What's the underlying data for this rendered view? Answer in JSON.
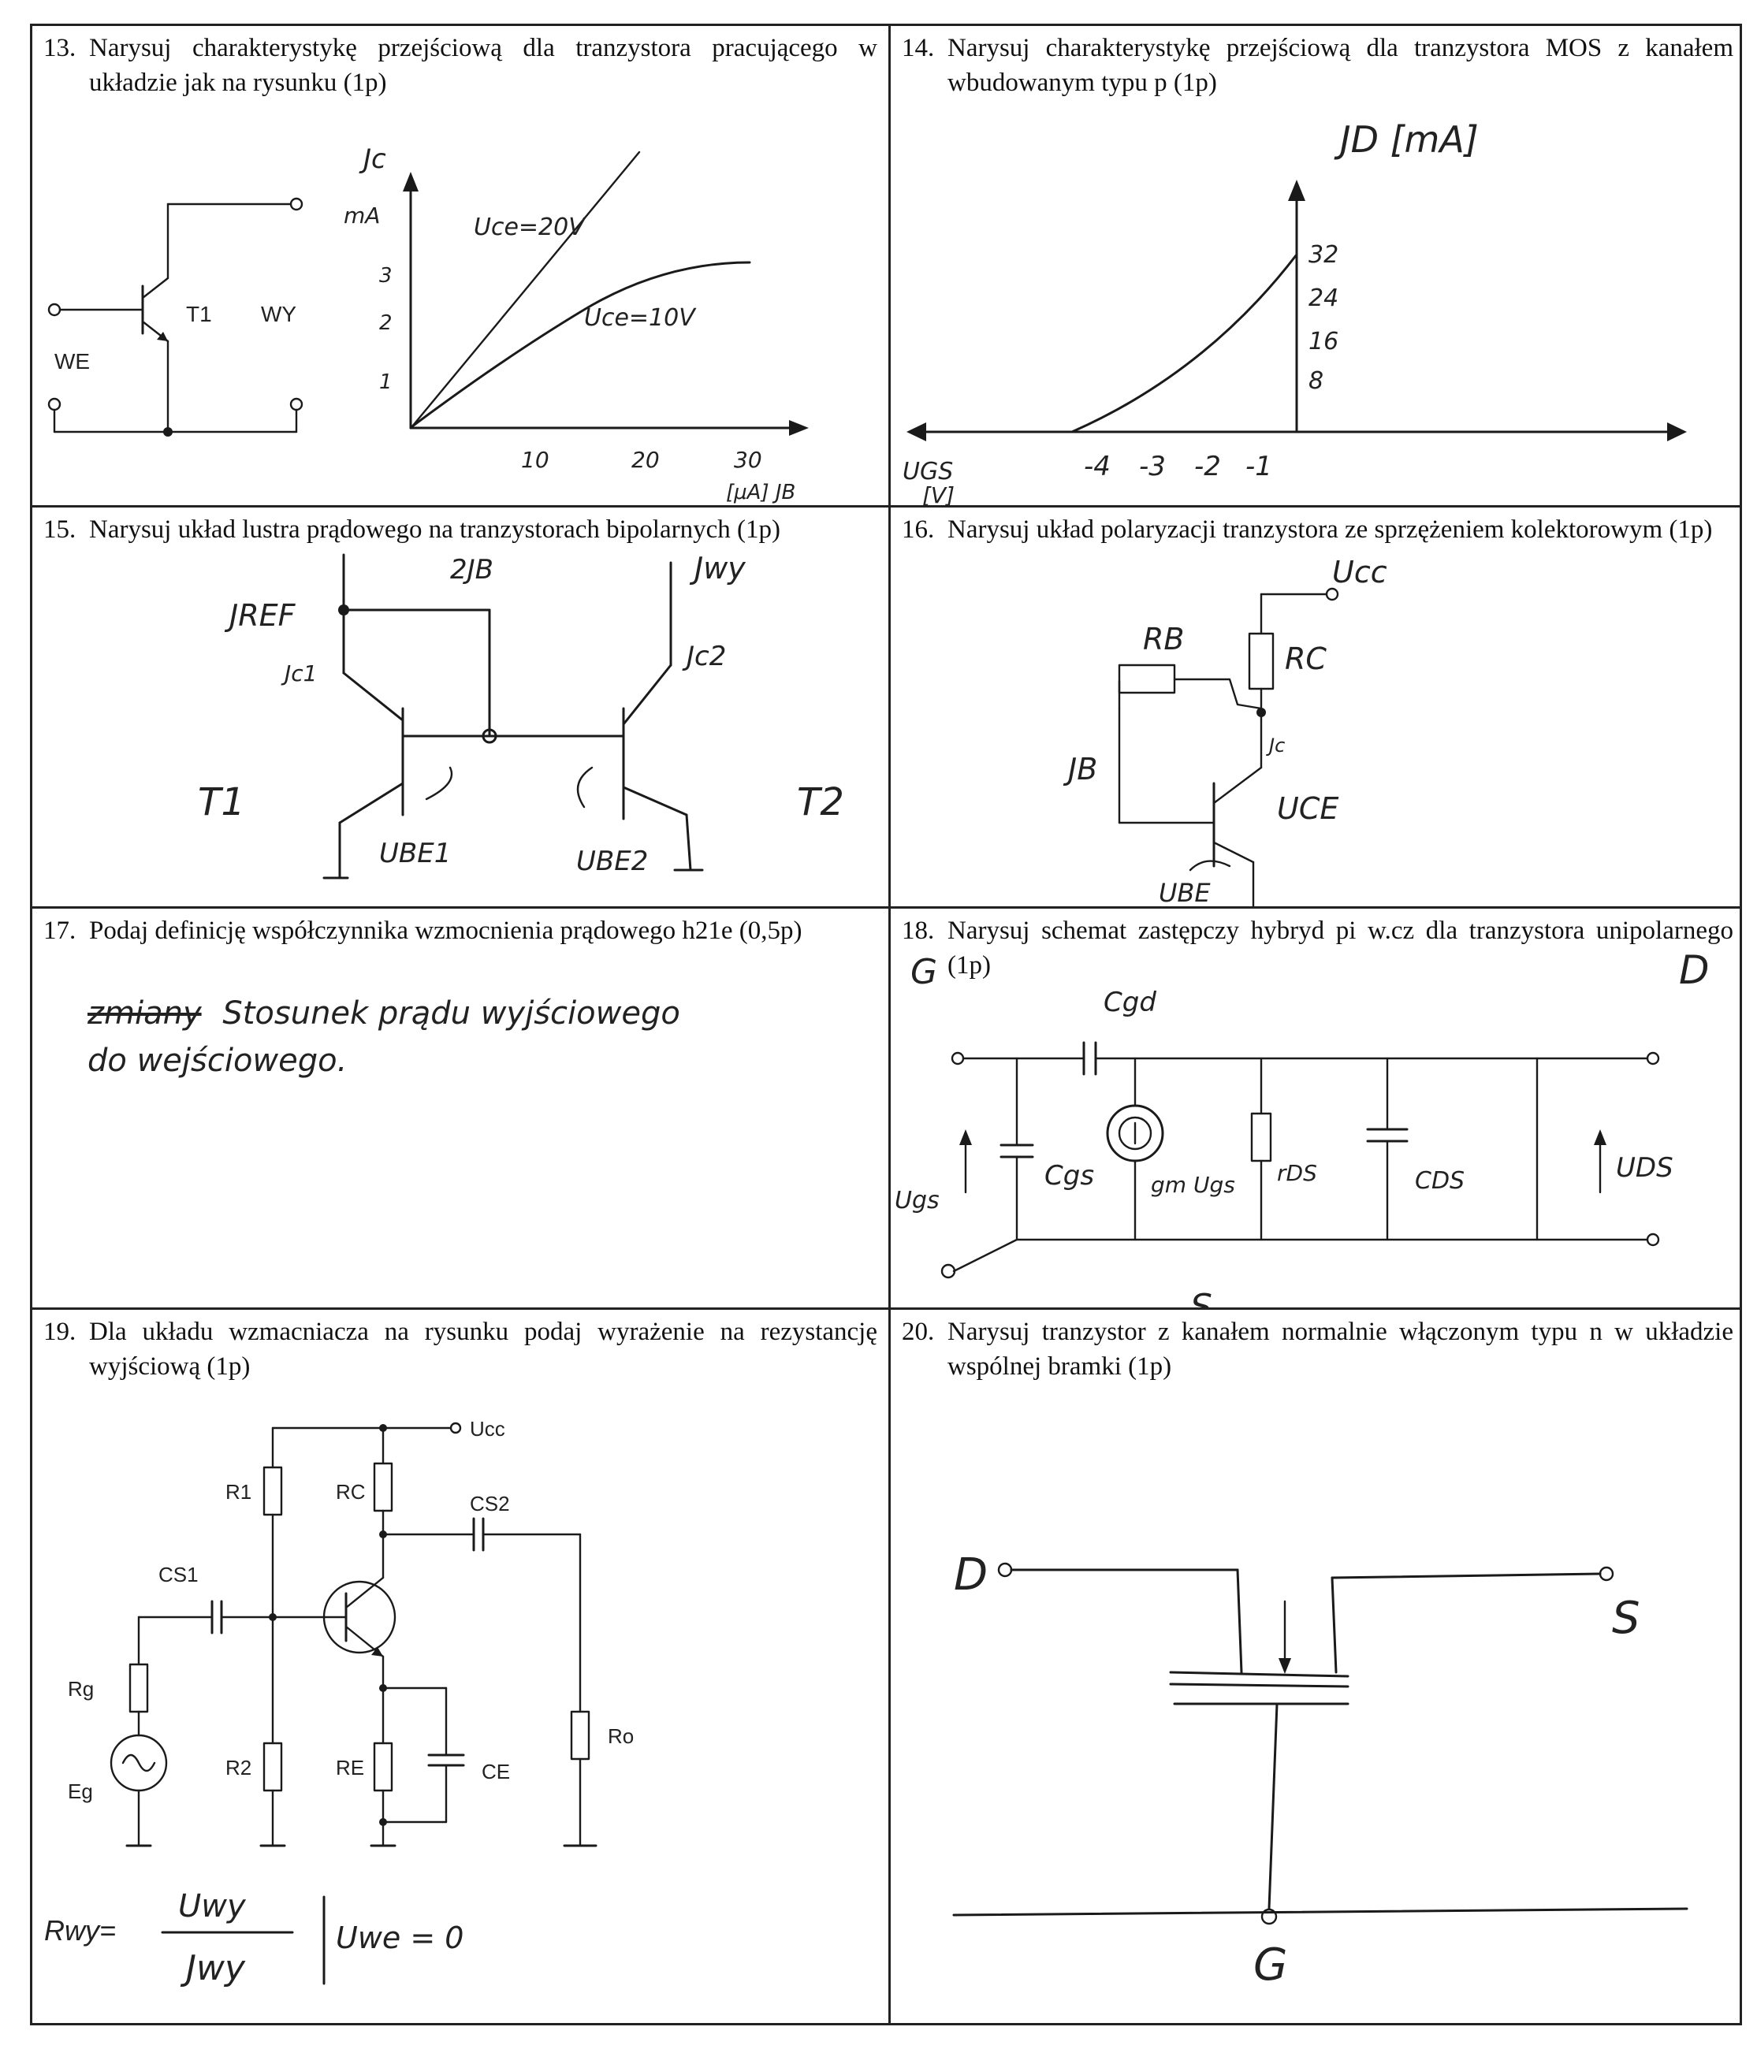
{
  "questions": {
    "q13": {
      "number": "13.",
      "text": "Narysuj charakterystykę przejściową dla tranzystora pracującego w układzie jak na rysunku (1p)"
    },
    "q14": {
      "number": "14.",
      "text": "Narysuj charakterystykę przejściową dla tranzystora MOS z kanałem wbudowanym typu p (1p)"
    },
    "q15": {
      "number": "15.",
      "text": "Narysuj układ lustra prądowego na tranzystorach bipolarnych (1p)"
    },
    "q16": {
      "number": "16.",
      "text": "Narysuj układ polaryzacji tranzystora ze sprzężeniem kolektorowym (1p)"
    },
    "q17": {
      "number": "17.",
      "text": "Podaj definicję współczynnika wzmocnienia prądowego h21e (0,5p)"
    },
    "q18": {
      "number": "18.",
      "text": "Narysuj schemat zastępczy hybryd pi w.cz dla tranzystora unipolarnego (1p)"
    },
    "q19": {
      "number": "19.",
      "text": "Dla układu wzmacniacza na rysunku podaj wyrażenie na rezystancję wyjściową (1p)"
    },
    "q20": {
      "number": "20.",
      "text": "Narysuj tranzystor z kanałem normalnie włączonym typu n w układzie wspólnej bramki (1p)"
    }
  },
  "q13_labels": {
    "t1": "T1",
    "we": "WE",
    "wy": "WY",
    "ylabel": "Jc",
    "yunit": "mA",
    "curve1": "Uce=20V",
    "curve2": "Uce=10V",
    "yticks": [
      "1",
      "2",
      "3"
    ],
    "xticks": [
      "10",
      "20",
      "30"
    ],
    "xunit": "[μA] JB"
  },
  "q14_labels": {
    "ylabel": "JD [mA]",
    "xlabel": "UGS",
    "xunit": "[V]",
    "yticks": [
      "32",
      "24",
      "16",
      "8"
    ],
    "xticks": [
      "-4",
      "-3",
      "-2",
      "-1"
    ]
  },
  "q15_labels": {
    "jref": "JREF",
    "jc1": "Jc1",
    "jb": "2JB",
    "jwy": "Jwy",
    "jc2": "Jc2",
    "t1": "T1",
    "t2": "T2",
    "ube1": "UBE1",
    "ube2": "UBE2"
  },
  "q16_labels": {
    "ucc": "Ucc",
    "rb": "RB",
    "rc": "RC",
    "jb": "JB",
    "jc": "Jc",
    "uce": "UCE",
    "ube": "UBE"
  },
  "q17_answer": {
    "line1": "Stosunek prądu wyjściowego",
    "crossed": "zmiany",
    "line2": "do wejściowego."
  },
  "q18_labels": {
    "g": "G",
    "d": "D",
    "s": "S",
    "cgd": "Cgd",
    "cgs": "Cgs",
    "ugs": "Ugs",
    "gm": "gm Ugs",
    "rds": "rDS",
    "cds": "CDS",
    "uds": "UDS"
  },
  "q19_labels": {
    "ucc": "Ucc",
    "r1": "R1",
    "rc": "RC",
    "cs2": "CS2",
    "cs1": "CS1",
    "rg": "Rg",
    "eg": "Eg",
    "r2": "R2",
    "re": "RE",
    "ce": "CE",
    "ro": "Ro",
    "rwy": "Rwy=",
    "num": "Uwy",
    "den": "Jwy",
    "cond": "Uwe = 0"
  },
  "q20_labels": {
    "d": "D",
    "s": "S",
    "g": "G"
  }
}
